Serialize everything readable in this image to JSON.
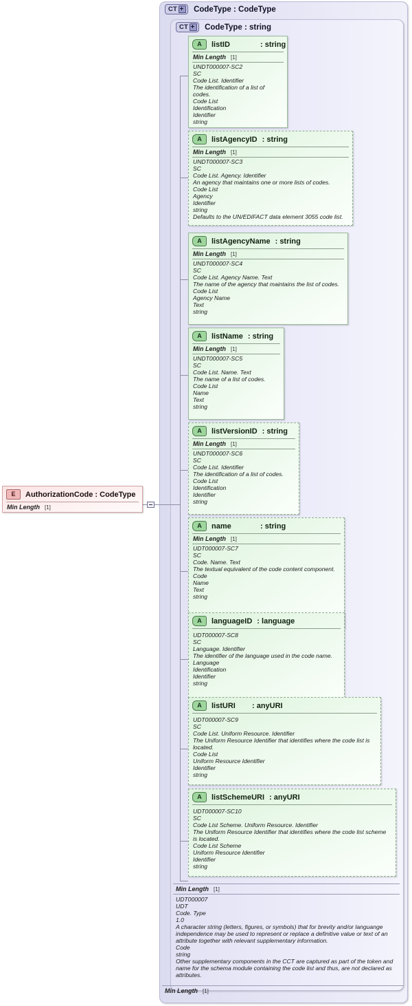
{
  "diagram": {
    "type": "xsd-schema-diagram",
    "colors": {
      "container_fill": "#e2e2f4",
      "attribute_fill": "#e9f8e9",
      "element_fill": "#fbe4e4",
      "connector": "#8d8da6"
    }
  },
  "element": {
    "badge": "E",
    "title": "AuthorizationCode : CodeType",
    "min_length_label": "Min Length",
    "cardinality": "[1]"
  },
  "outer_container": {
    "badge": "CT",
    "title": "CodeType : CodeType"
  },
  "inner_container": {
    "badge": "CT",
    "title": "CodeType : string"
  },
  "attributes": [
    {
      "badge": "A",
      "name": "listID",
      "type": ": string",
      "min_length_label": "Min Length",
      "cardinality": "[1]",
      "lines": [
        "UNDT000007-SC2",
        "SC",
        "Code List. Identifier",
        "The identification of a list of codes.",
        "Code List",
        "Identification",
        "Identifier",
        "string"
      ]
    },
    {
      "badge": "A",
      "name": "listAgencyID",
      "type": ": string",
      "min_length_label": "Min Length",
      "cardinality": "[1]",
      "lines": [
        "UNDT000007-SC3",
        "SC",
        "Code List. Agency. Identifier",
        "An agency that maintains one or more lists of codes.",
        "Code List",
        "Agency",
        "Identifier",
        "string",
        "Defaults to the UN/EDIFACT data element 3055 code list."
      ]
    },
    {
      "badge": "A",
      "name": "listAgencyName",
      "type": ": string",
      "min_length_label": "Min Length",
      "cardinality": "[1]",
      "lines": [
        "UNDT000007-SC4",
        "SC",
        "Code List. Agency Name. Text",
        "The name of the agency that maintains the list of codes.",
        "Code List",
        "Agency Name",
        "Text",
        "string"
      ]
    },
    {
      "badge": "A",
      "name": "listName",
      "type": ": string",
      "min_length_label": "Min Length",
      "cardinality": "[1]",
      "lines": [
        "UNDT000007-SC5",
        "SC",
        "Code List. Name. Text",
        "The name of a list of codes.",
        "Code List",
        "Name",
        "Text",
        "string"
      ]
    },
    {
      "badge": "A",
      "name": "listVersionID",
      "type": ": string",
      "min_length_label": "Min Length",
      "cardinality": "[1]",
      "lines": [
        "UNDT000007-SC6",
        "SC",
        "Code List. Identifier",
        "The identification of a list of codes.",
        "Code List",
        "Identification",
        "Identifier",
        "string"
      ]
    },
    {
      "badge": "A",
      "name": "name",
      "type": ": string",
      "min_length_label": "Min Length",
      "cardinality": "[1]",
      "lines": [
        "UDT000007-SC7",
        "SC",
        "Code. Name. Text",
        "The textual equivalent of the code content component.",
        "Code",
        "Name",
        "Text",
        "string"
      ]
    },
    {
      "badge": "A",
      "name": "languageID",
      "type": ": language",
      "min_length_label": "",
      "cardinality": "",
      "lines": [
        "UDT000007-SC8",
        "SC",
        "Language. Identifier",
        "The identifier of the language used in the code name.",
        "Language",
        "Identification",
        "Identifier",
        "string"
      ]
    },
    {
      "badge": "A",
      "name": "listURI",
      "type": ": anyURI",
      "min_length_label": "",
      "cardinality": "",
      "lines": [
        "UDT000007-SC9",
        "SC",
        "Code List. Uniform Resource. Identifier",
        "The Uniform Resource Identifier that identifies where the code list is located.",
        "Code List",
        "Uniform Resource Identifier",
        "Identifier",
        "string"
      ]
    },
    {
      "badge": "A",
      "name": "listSchemeURI",
      "type": ": anyURI",
      "min_length_label": "",
      "cardinality": "",
      "lines": [
        "UDT000007-SC10",
        "SC",
        "Code List Scheme. Uniform Resource. Identifier",
        "The Uniform Resource Identifier that identifies where the code list scheme is located.",
        "Code List Scheme",
        "Uniform Resource Identifier",
        "Identifier",
        "string"
      ]
    }
  ],
  "inner_detail": {
    "min_length_label": "Min Length",
    "cardinality": "[1]",
    "lines": [
      "UDT000007",
      "UDT",
      "Code. Type",
      "1.0",
      "A character string (letters, figures, or symbols) that for brevity and/or languange independence may be used to represent or replace a definitive value or text of an attribute together with relevant supplementary information.",
      "Code",
      "string",
      "Other supplementary components in the CCT are captured as part of the token and name for the schema module containing the code list and thus, are not declared as attributes."
    ]
  },
  "outer_detail": {
    "min_length_label": "Min Length",
    "cardinality": "[1]"
  }
}
